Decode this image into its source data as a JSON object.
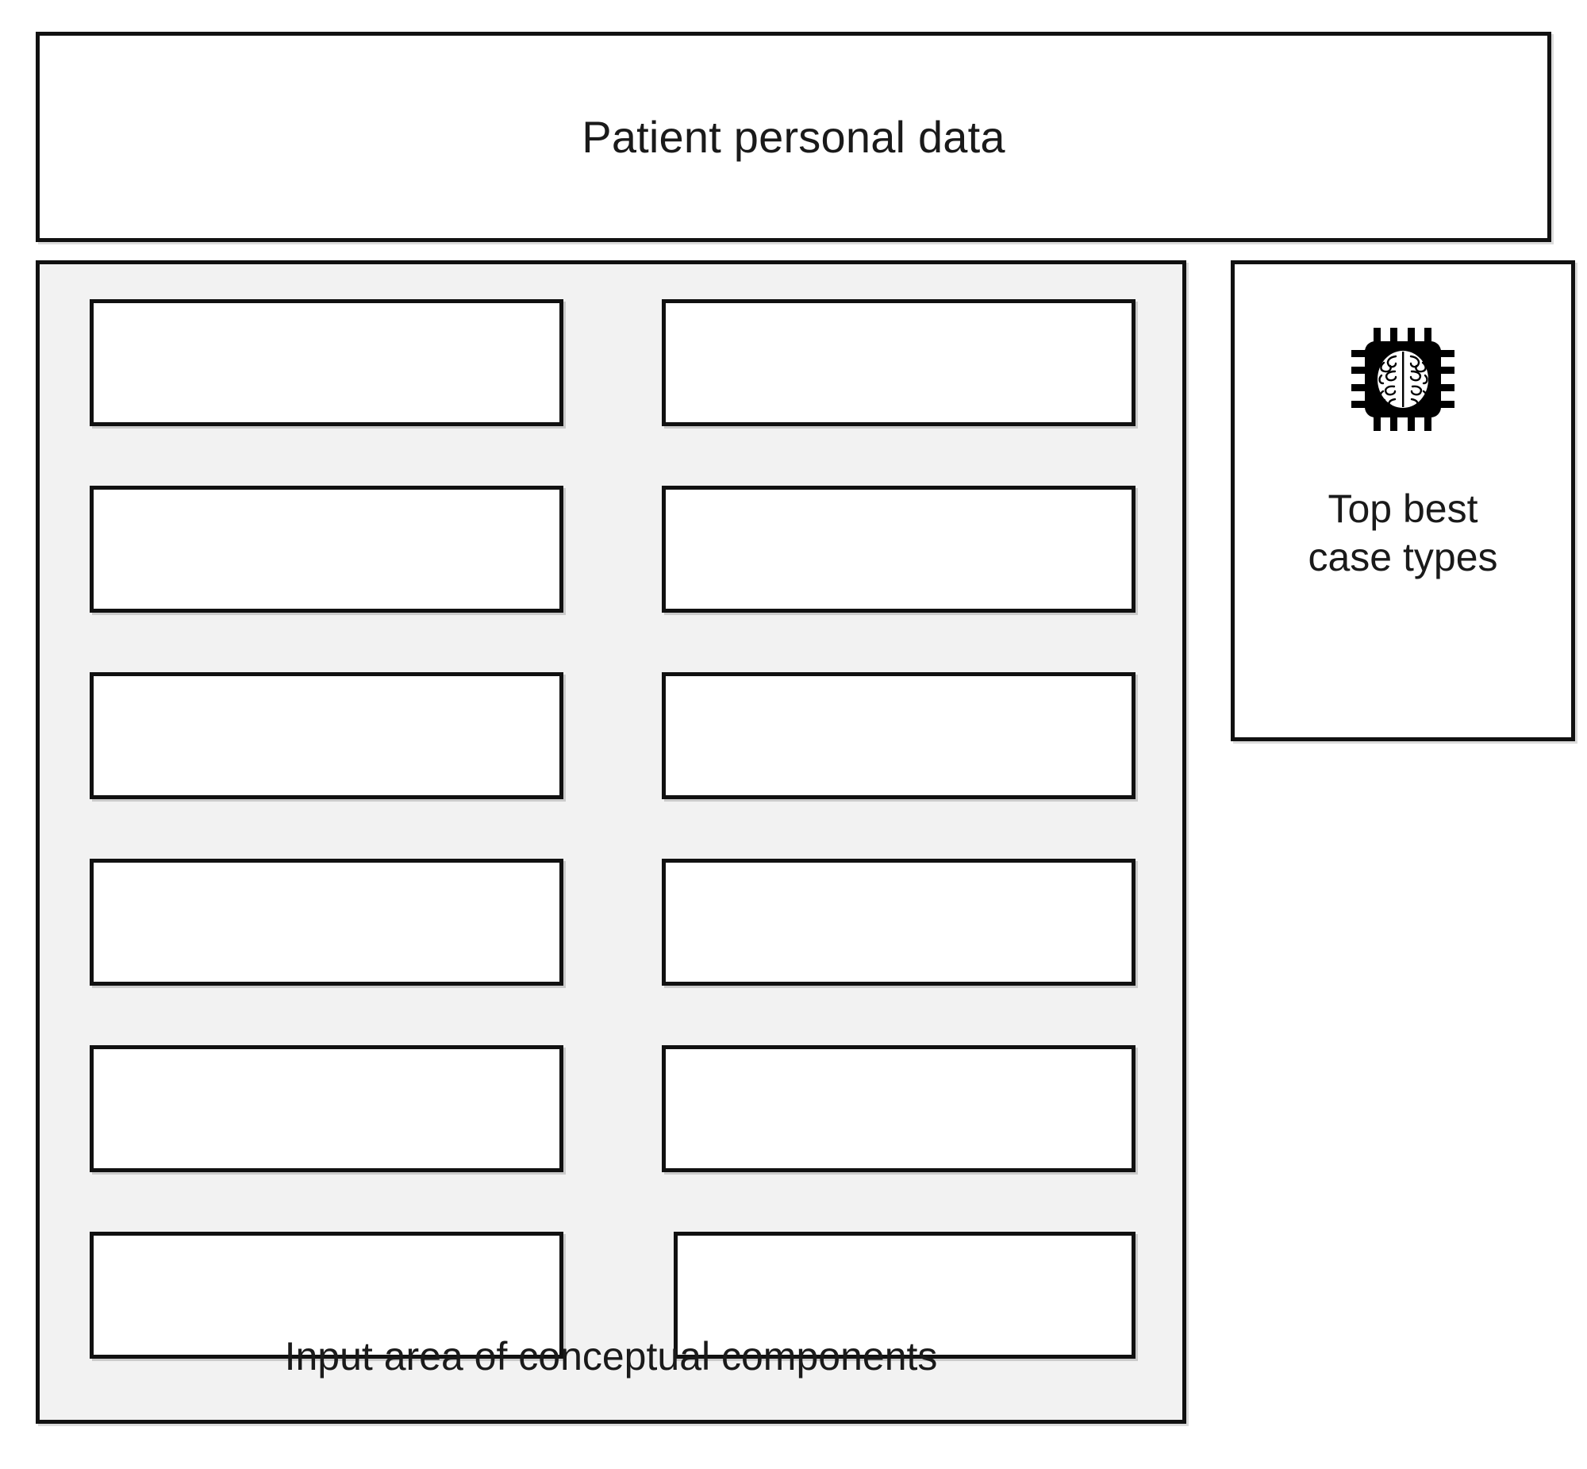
{
  "header": {
    "title": "Patient personal data"
  },
  "input_area": {
    "caption": "Input area of conceptual components",
    "background_color": "#f2f2f2",
    "border_color": "#111111",
    "rows": 6,
    "columns": 2,
    "slots": [
      {
        "row": 1,
        "column": "left",
        "value": ""
      },
      {
        "row": 1,
        "column": "right",
        "value": ""
      },
      {
        "row": 2,
        "column": "left",
        "value": ""
      },
      {
        "row": 2,
        "column": "right",
        "value": ""
      },
      {
        "row": 3,
        "column": "left",
        "value": ""
      },
      {
        "row": 3,
        "column": "right",
        "value": ""
      },
      {
        "row": 4,
        "column": "left",
        "value": ""
      },
      {
        "row": 4,
        "column": "right",
        "value": ""
      },
      {
        "row": 5,
        "column": "left",
        "value": ""
      },
      {
        "row": 5,
        "column": "right",
        "value": ""
      },
      {
        "row": 6,
        "column": "left",
        "value": ""
      },
      {
        "row": 6,
        "column": "right",
        "value": ""
      }
    ]
  },
  "ai_panel": {
    "icon": "brain-chip-icon",
    "label_line_1": "Top best",
    "label_line_2": "case types",
    "label": "Top best\ncase types",
    "icon_color": "#000000",
    "panel_background": "#ffffff"
  }
}
